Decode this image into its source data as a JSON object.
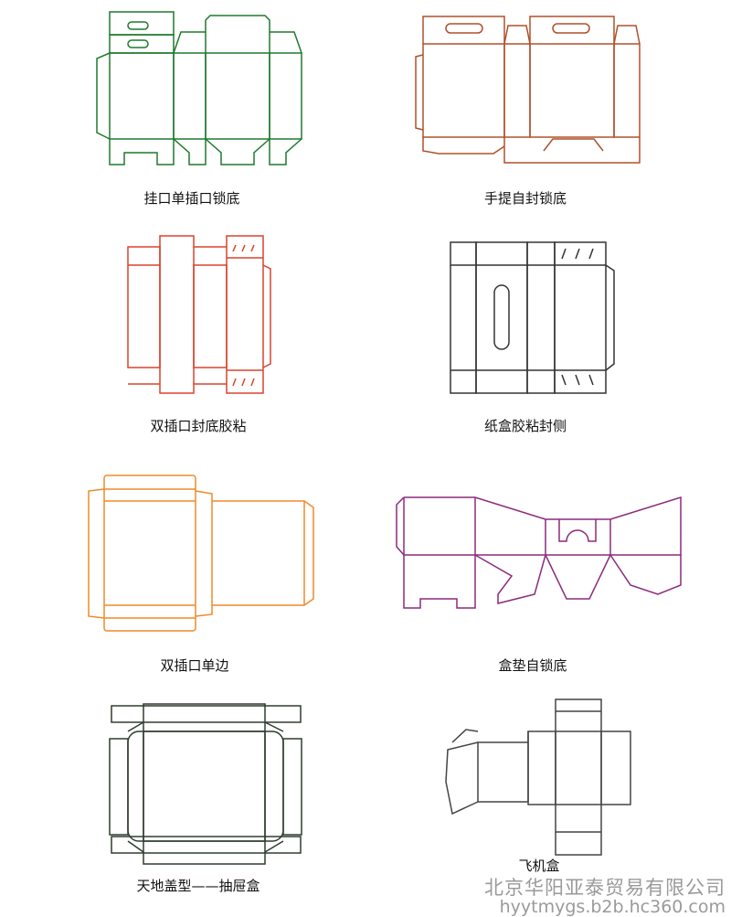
{
  "colors": {
    "box1": "#1f7a2c",
    "box2": "#b0502a",
    "box3": "#d8432c",
    "box4": "#333333",
    "box5": "#ef8a2c",
    "box6": "#8c2a7c",
    "box7": "#2e3d2e",
    "box8": "#444444"
  },
  "labels": [
    "挂口单插口锁底",
    "手提自封锁底",
    "双插口封底胶粘",
    "纸盒胶粘封侧",
    "双插口单边",
    "盒垫自锁底",
    "天地盖型——抽屉盒",
    "飞机盒"
  ],
  "watermark": {
    "company": "北京华阳亚泰贸易有限公司",
    "url": "hyytmygs.b2b.hc360.com"
  }
}
